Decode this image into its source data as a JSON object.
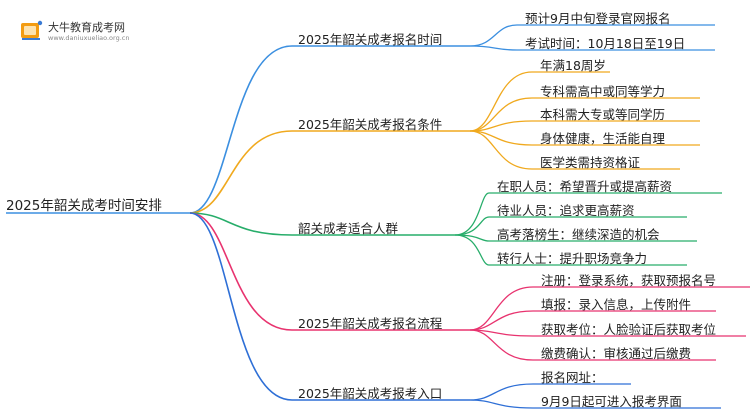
{
  "logo": {
    "name": "大牛教育成考网",
    "url": "www.daniuxueliao.org.cn",
    "icon": "book-icon"
  },
  "root": {
    "label": "2025年韶关成考时间安排"
  },
  "branches": [
    {
      "label": "2025年韶关成考报名时间",
      "color": "#3b8fe0",
      "leaves": [
        "预计9月中旬登录官网报名",
        "考试时间：10月18日至19日"
      ]
    },
    {
      "label": "2025年韶关成考报名条件",
      "color": "#f0a91e",
      "leaves": [
        "年满18周岁",
        "专科需高中或同等学力",
        "本科需大专或等同学历",
        "身体健康，生活能自理",
        "医学类需持资格证"
      ]
    },
    {
      "label": "韶关成考适合人群",
      "color": "#27ad6a",
      "leaves": [
        "在职人员：希望晋升或提高薪资",
        "待业人员：追求更高薪资",
        "高考落榜生：继续深造的机会",
        "转行人士：提升职场竞争力"
      ]
    },
    {
      "label": "2025年韶关成考报名流程",
      "color": "#e8336f",
      "leaves": [
        "注册：登录系统，获取预报名号",
        "填报：录入信息，上传附件",
        "获取考位：人脸验证后获取考位",
        "缴费确认：审核通过后缴费"
      ]
    },
    {
      "label": "2025年韶关成考报考入口",
      "color": "#2e6fd6",
      "leaves": [
        "报名网址：",
        "9月9日起可进入报考界面"
      ]
    }
  ]
}
